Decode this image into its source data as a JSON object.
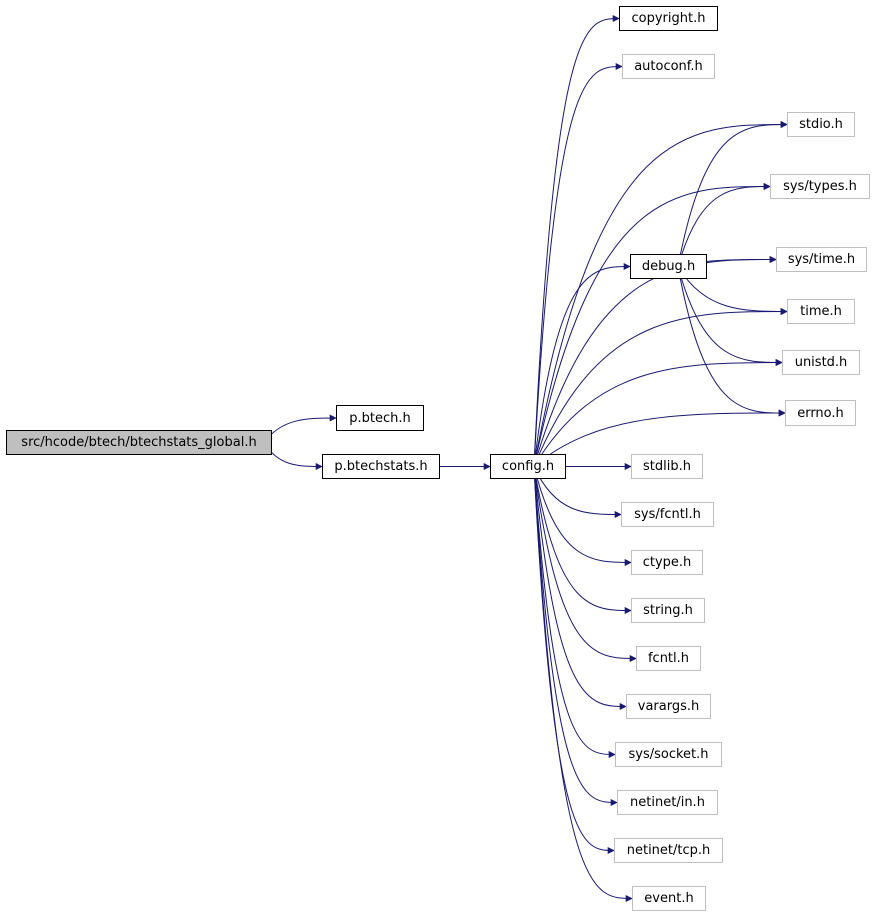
{
  "graph": {
    "nodes": {
      "root": "src/hcode/btech/btechstats_global.h",
      "p_btech": "p.btech.h",
      "p_btechstats": "p.btechstats.h",
      "config": "config.h",
      "copyright": "copyright.h",
      "autoconf": "autoconf.h",
      "stdio": "stdio.h",
      "sys_types": "sys/types.h",
      "debug": "debug.h",
      "sys_time": "sys/time.h",
      "time": "time.h",
      "unistd": "unistd.h",
      "errno": "errno.h",
      "stdlib": "stdlib.h",
      "sys_fcntl": "sys/fcntl.h",
      "ctype": "ctype.h",
      "string": "string.h",
      "fcntl": "fcntl.h",
      "varargs": "varargs.h",
      "sys_socket": "sys/socket.h",
      "netinet_in": "netinet/in.h",
      "netinet_tcp": "netinet/tcp.h",
      "event": "event.h"
    },
    "edges": [
      [
        "root",
        "p_btech"
      ],
      [
        "root",
        "p_btechstats"
      ],
      [
        "p_btechstats",
        "config"
      ],
      [
        "config",
        "copyright"
      ],
      [
        "config",
        "autoconf"
      ],
      [
        "config",
        "stdio"
      ],
      [
        "config",
        "sys_types"
      ],
      [
        "config",
        "debug"
      ],
      [
        "config",
        "sys_time"
      ],
      [
        "config",
        "time"
      ],
      [
        "config",
        "unistd"
      ],
      [
        "config",
        "errno"
      ],
      [
        "config",
        "stdlib"
      ],
      [
        "config",
        "sys_fcntl"
      ],
      [
        "config",
        "ctype"
      ],
      [
        "config",
        "string"
      ],
      [
        "config",
        "fcntl"
      ],
      [
        "config",
        "varargs"
      ],
      [
        "config",
        "sys_socket"
      ],
      [
        "config",
        "netinet_in"
      ],
      [
        "config",
        "netinet_tcp"
      ],
      [
        "config",
        "event"
      ],
      [
        "debug",
        "stdio"
      ],
      [
        "debug",
        "sys_types"
      ],
      [
        "debug",
        "sys_time"
      ],
      [
        "debug",
        "time"
      ],
      [
        "debug",
        "unistd"
      ],
      [
        "debug",
        "errno"
      ]
    ],
    "colors": {
      "edge": "#191970",
      "documented_border": "#000000",
      "external_border": "#bfbfbf",
      "root_fill": "#bfbfbf"
    }
  }
}
